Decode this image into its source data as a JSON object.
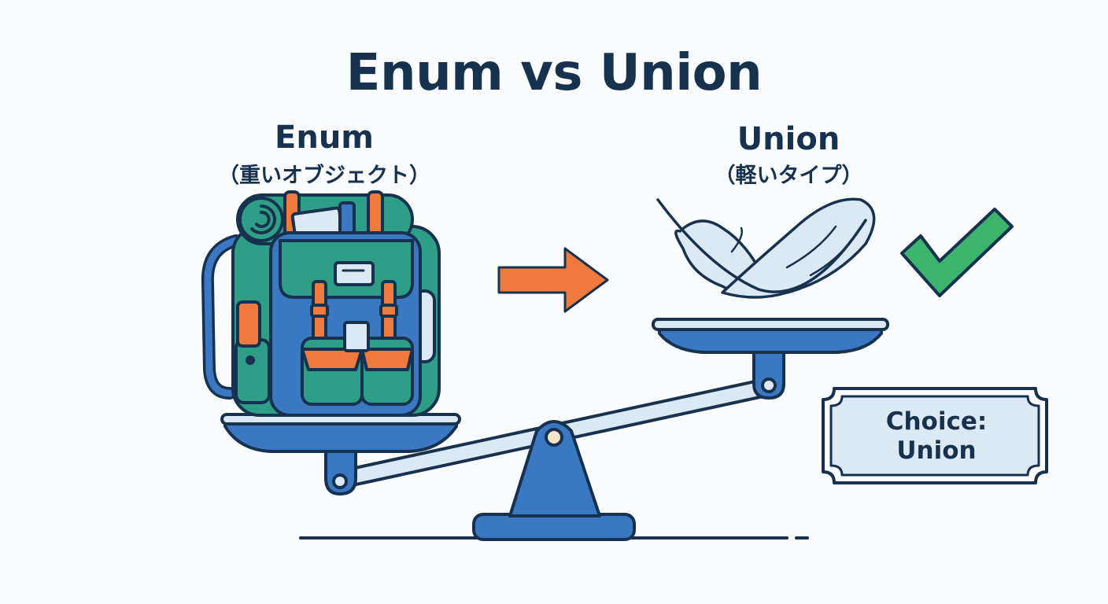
{
  "title": "Enum vs Union",
  "left": {
    "label": "Enum",
    "sublabel": "（重いオブジェクト）",
    "object_icon": "backpack-icon"
  },
  "right": {
    "label": "Union",
    "sublabel": "（軽いタイプ）",
    "object_icon": "feather-icon"
  },
  "arrow_icon": "arrow-right-icon",
  "check_icon": "checkmark-icon",
  "choice": {
    "line1": "Choice:",
    "line2": "Union"
  },
  "colors": {
    "navy": "#17324f",
    "scale_blue": "#3b78c3",
    "arrow_orange": "#f07a3e",
    "check_green": "#3db46d",
    "backpack_teal": "#2f9e86",
    "light_blue": "#dce8f3"
  }
}
